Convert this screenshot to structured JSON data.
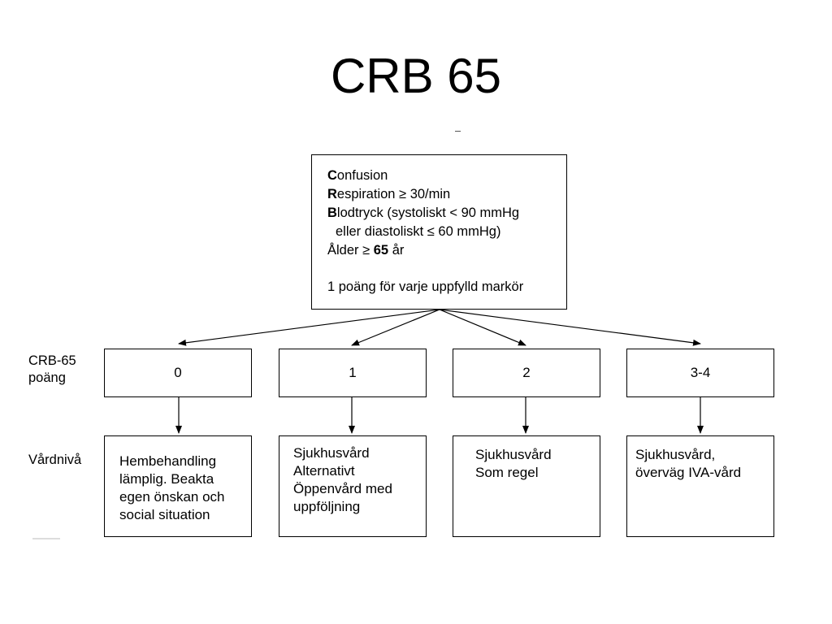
{
  "title": "CRB 65",
  "criteria": {
    "c_letter": "C",
    "c_rest": "onfusion",
    "r_letter": "R",
    "r_rest": "espiration ≥ 30/min",
    "b_letter": "B",
    "b_rest": "lodtryck (systoliskt < 90 mmHg",
    "b_cont": "eller diastoliskt ≤ 60 mmHg)",
    "age_pre": "Ålder ≥ ",
    "age_bold": "65",
    "age_post": " år",
    "points": "1 poäng för varje uppfylld markör"
  },
  "row_labels": {
    "score": [
      "CRB-65",
      "poäng"
    ],
    "care": "Vårdnivå"
  },
  "scores": [
    "0",
    "1",
    "2",
    "3-4"
  ],
  "care_levels": [
    [
      "Hembehandling",
      "lämplig. Beakta",
      "egen önskan och",
      "social situation"
    ],
    [
      "Sjukhusvård",
      "Alternativt",
      "Öppenvård med",
      "uppföljning"
    ],
    [
      "Sjukhusvård",
      "Som regel"
    ],
    [
      "Sjukhusvård,",
      "överväg IVA-vård"
    ]
  ]
}
